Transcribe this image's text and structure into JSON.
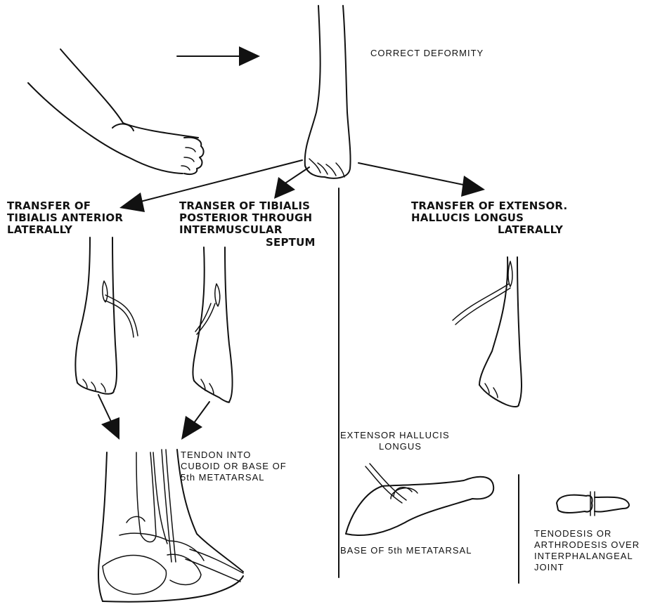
{
  "labels": {
    "correct_deformity": "CORRECT DEFORMITY",
    "transfer_tibialis_anterior": "TRANSFER OF\nTIBIALIS ANTERIOR\nLATERALLY",
    "transfer_tibialis_posterior_a": "TRANSER OF TIBIALIS\nPOSTERIOR THROUGH\nINTERMUSCULAR",
    "transfer_tibialis_posterior_b": "SEPTUM",
    "transfer_ehl_a": "TRANSFER OF EXTENSOR.\nHALLUCIS LONGUS",
    "transfer_ehl_b": "LATERALLY",
    "tendon_into": "TENDON INTO\nCUBOID OR BASE OF\n5th METATARSAL",
    "ehl_a": "EXTENSOR HALLUCIS",
    "ehl_b": "LONGUS",
    "base_5th": "BASE OF 5th METATARSAL",
    "tenodesis": "TENODESIS OR\nARTHRODESIS OVER\nINTERPHALANGEAL\n    JOINT"
  },
  "colors": {
    "ink": "#111111",
    "background": "#ffffff"
  }
}
